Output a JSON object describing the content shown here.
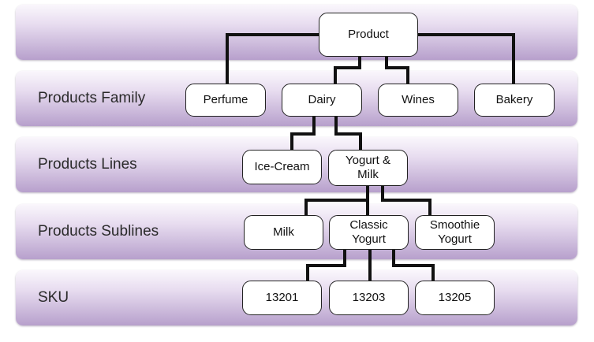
{
  "levels": {
    "family": "Products Family",
    "lines": "Products Lines",
    "sublines": "Products Sublines",
    "sku": "SKU"
  },
  "nodes": {
    "product": "Product",
    "perfume": "Perfume",
    "dairy": "Dairy",
    "wines": "Wines",
    "bakery": "Bakery",
    "ice_cream": "Ice-Cream",
    "yogurt_milk": "Yogurt &\nMilk",
    "milk": "Milk",
    "classic_yogurt": "Classic\nYogurt",
    "smoothie_yogurt": "Smoothie\nYogurt",
    "sku_13201": "13201",
    "sku_13203": "13203",
    "sku_13205": "13205"
  }
}
